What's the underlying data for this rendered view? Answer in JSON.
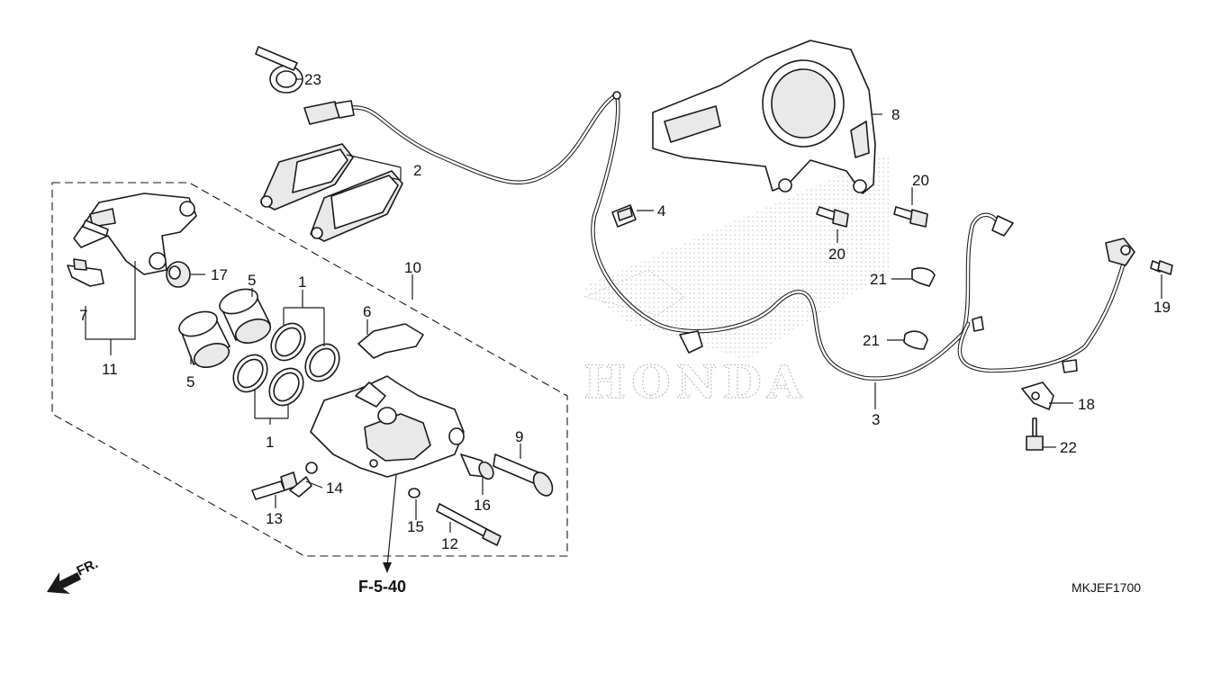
{
  "diagram": {
    "reference_code": "MKJEF1700",
    "page_reference": "F-5-40",
    "front_indicator": "FR.",
    "watermark": "HONDA",
    "callouts": {
      "c1a": "1",
      "c1b": "1",
      "c2": "2",
      "c3": "3",
      "c4": "4",
      "c5a": "5",
      "c5b": "5",
      "c6": "6",
      "c7": "7",
      "c8": "8",
      "c9": "9",
      "c10": "10",
      "c11": "11",
      "c12": "12",
      "c13": "13",
      "c14": "14",
      "c15": "15",
      "c16": "16",
      "c17": "17",
      "c18": "18",
      "c19": "19",
      "c20a": "20",
      "c20b": "20",
      "c21a": "21",
      "c21b": "21",
      "c22": "22",
      "c23": "23"
    }
  }
}
